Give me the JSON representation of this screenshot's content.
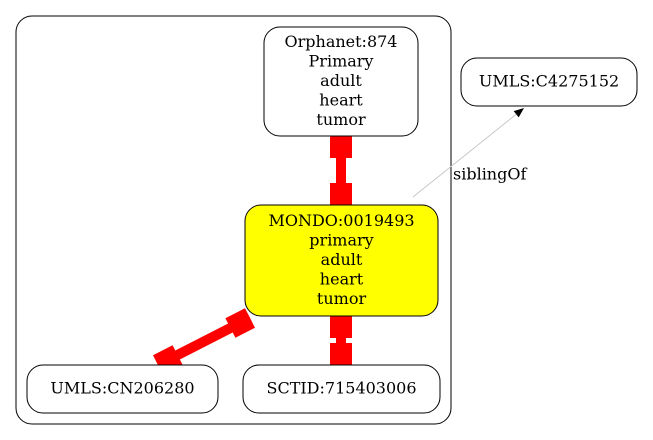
{
  "diagram": {
    "nodes": [
      {
        "id": "orphanet",
        "lines": [
          "Orphanet:874",
          "Primary",
          "adult",
          "heart",
          "tumor"
        ],
        "fill": "#ffffff"
      },
      {
        "id": "mondo",
        "lines": [
          "MONDO:0019493",
          "primary",
          "adult",
          "heart",
          "tumor"
        ],
        "fill": "#ffff00"
      },
      {
        "id": "umls-cn",
        "lines": [
          "UMLS:CN206280"
        ],
        "fill": "#ffffff"
      },
      {
        "id": "sctid",
        "lines": [
          "SCTID:715403006"
        ],
        "fill": "#ffffff"
      },
      {
        "id": "umls-c",
        "lines": [
          "UMLS:C4275152"
        ],
        "fill": "#ffffff"
      }
    ],
    "edges": [
      {
        "from": "mondo",
        "to": "orphanet",
        "style": "equivalent",
        "color": "#ff0000"
      },
      {
        "from": "mondo",
        "to": "umls-cn",
        "style": "equivalent",
        "color": "#ff0000"
      },
      {
        "from": "mondo",
        "to": "sctid",
        "style": "equivalent",
        "color": "#ff0000"
      },
      {
        "from": "mondo",
        "to": "umls-c",
        "style": "arrow",
        "label": "siblingOf",
        "color": "#c8c8c8"
      }
    ]
  }
}
